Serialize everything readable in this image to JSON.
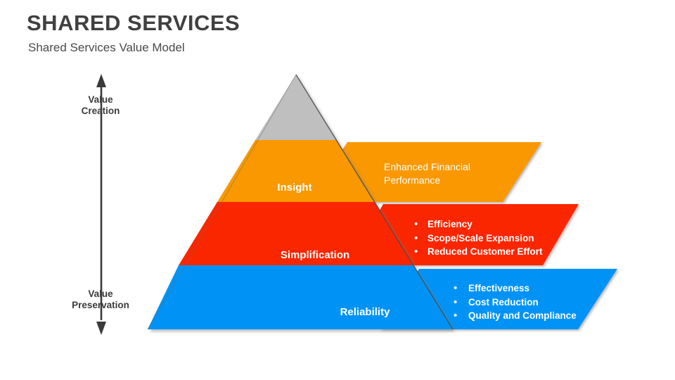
{
  "header": {
    "title": "SHARED SERVICES",
    "subtitle": "Shared Services Value Model"
  },
  "axis": {
    "top_label": "Value\nCreation",
    "top_label_line1": "Value",
    "top_label_line2": "Creation",
    "bottom_label_line1": "Value",
    "bottom_label_line2": "Preservation",
    "arrow_up": "arrow-up-icon",
    "arrow_down": "arrow-down-icon"
  },
  "colors": {
    "apex_gray": "#BFBFBF",
    "orange": "#F99806",
    "red": "#FA2600",
    "blue": "#0693F5",
    "title_gray": "#404040",
    "axis_gray": "#3B3B3B",
    "text_white": "#FFFFFF"
  },
  "pyramid": {
    "apex_tier_name": "",
    "tiers": [
      {
        "name": "Insight",
        "color": "#F99806",
        "banner_items": [
          "Enhanced Financial",
          "Performance"
        ],
        "bulleted": false
      },
      {
        "name": "Simplification",
        "color": "#FA2600",
        "banner_items": [
          "Efficiency",
          "Scope/Scale Expansion",
          "Reduced Customer Effort"
        ],
        "bulleted": true
      },
      {
        "name": "Reliability",
        "color": "#0693F5",
        "banner_items": [
          "Effectiveness",
          "Cost Reduction",
          "Quality and Compliance"
        ],
        "bulleted": true
      }
    ]
  }
}
